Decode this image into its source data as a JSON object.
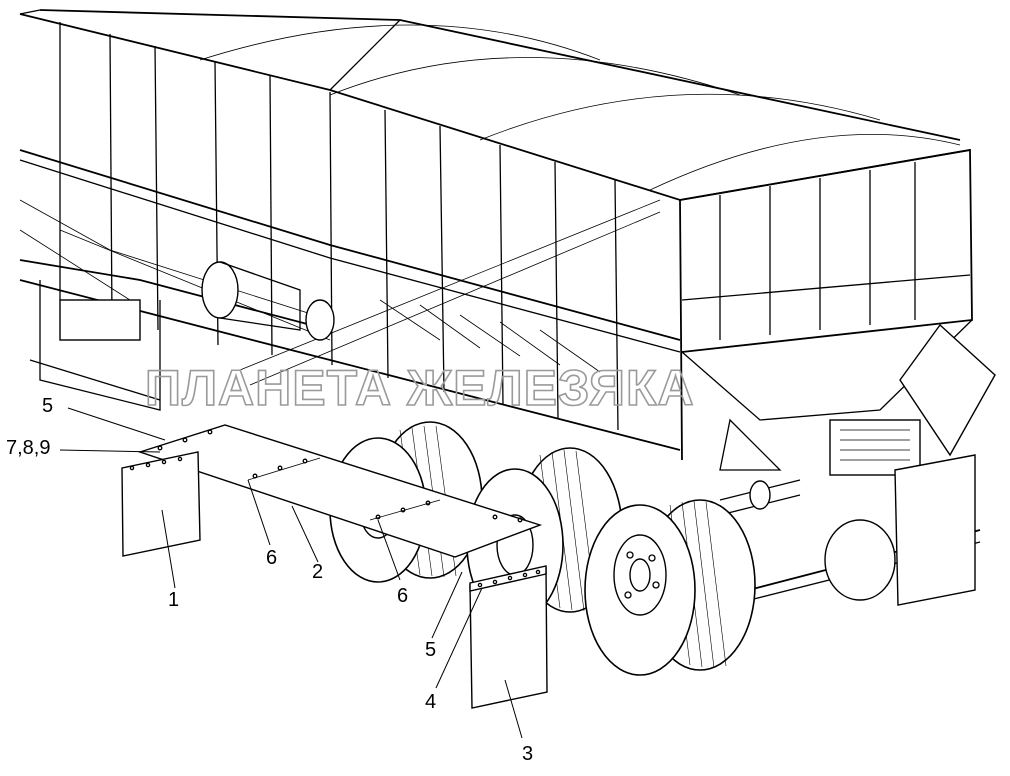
{
  "watermark": "ПЛАНЕТА ЖЕЛЕЗЯКА",
  "callouts": {
    "c5_top": "5",
    "c789": "7,8,9",
    "c6_left": "6",
    "c2": "2",
    "c1": "1",
    "c6_mid": "6",
    "c5_low": "5",
    "c4": "4",
    "c3": "3"
  }
}
